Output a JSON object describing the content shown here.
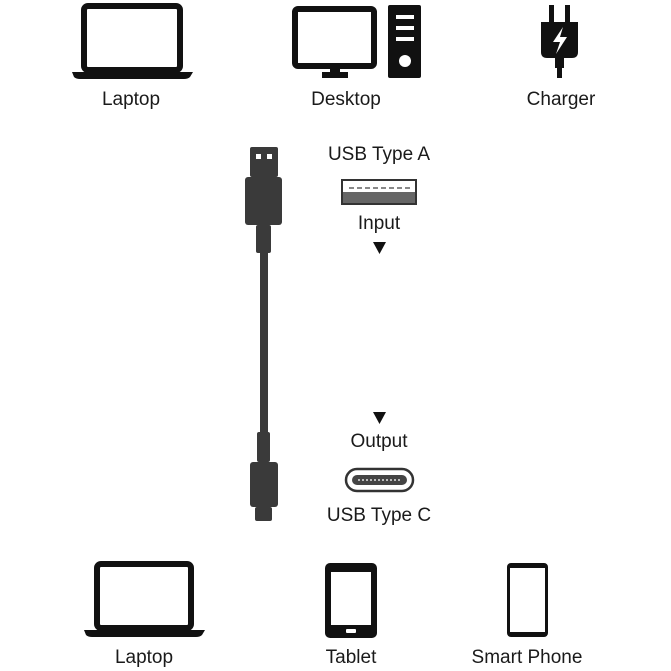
{
  "sources": {
    "laptop": "Laptop",
    "desktop": "Desktop",
    "charger": "Charger"
  },
  "cable": {
    "input_connector": "USB Type A",
    "input": "Input",
    "output": "Output",
    "output_connector": "USB Type C"
  },
  "devices": {
    "laptop": "Laptop",
    "tablet": "Tablet",
    "phone": "Smart Phone"
  },
  "icons": [
    "laptop-icon",
    "desktop-icon",
    "charger-icon",
    "usb-cable-icon",
    "usb-a-port-icon",
    "usb-c-port-icon",
    "arrow-down-icon",
    "tablet-icon",
    "smartphone-icon"
  ]
}
